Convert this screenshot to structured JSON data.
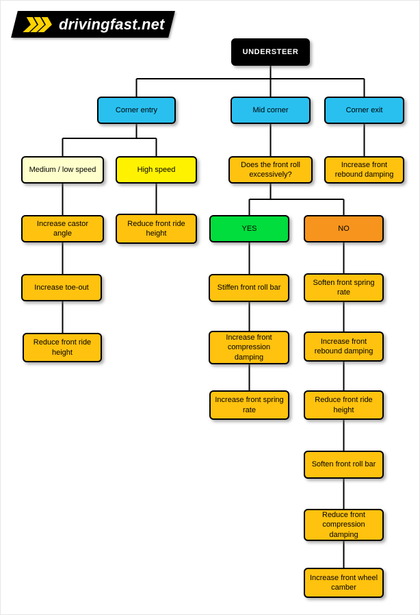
{
  "logo": {
    "site": "drivingfast.net"
  },
  "colors": {
    "root_bg": "#000000",
    "phase_bg": "#29c0f0",
    "condition_cream_bg": "#ffffcc",
    "condition_yellow_bg": "#fff200",
    "action_bg": "#ffc20e",
    "yes_bg": "#00dd3c",
    "no_bg": "#f7941d",
    "logo_chevron": "#ffd400",
    "connector": "#000000"
  },
  "nodes": {
    "understeer": "UNDERSTEER",
    "corner_entry": "Corner entry",
    "mid_corner": "Mid corner",
    "corner_exit": "Corner exit",
    "medium_low_speed": "Medium / low speed",
    "high_speed": "High speed",
    "front_roll_question": "Does the front roll excessively?",
    "increase_front_rebound_damping_exit": "Increase front rebound damping",
    "increase_castor_angle": "Increase castor angle",
    "reduce_front_ride_height_high_speed": "Reduce front ride height",
    "yes": "YES",
    "no": "NO",
    "increase_toe_out": "Increase toe-out",
    "stiffen_front_roll_bar": "Stiffen front roll bar",
    "soften_front_spring_rate": "Soften front spring rate",
    "reduce_front_ride_height_entry": "Reduce front ride height",
    "increase_front_compression_damping": "Increase front compression damping",
    "increase_front_rebound_damping": "Increase front rebound damping",
    "increase_front_spring_rate": "Increase front spring rate",
    "reduce_front_ride_height_no": "Reduce front ride height",
    "soften_front_roll_bar": "Soften front roll bar",
    "reduce_front_compression_damping": "Reduce front compression damping",
    "increase_front_wheel_camber": "Increase front wheel camber"
  }
}
